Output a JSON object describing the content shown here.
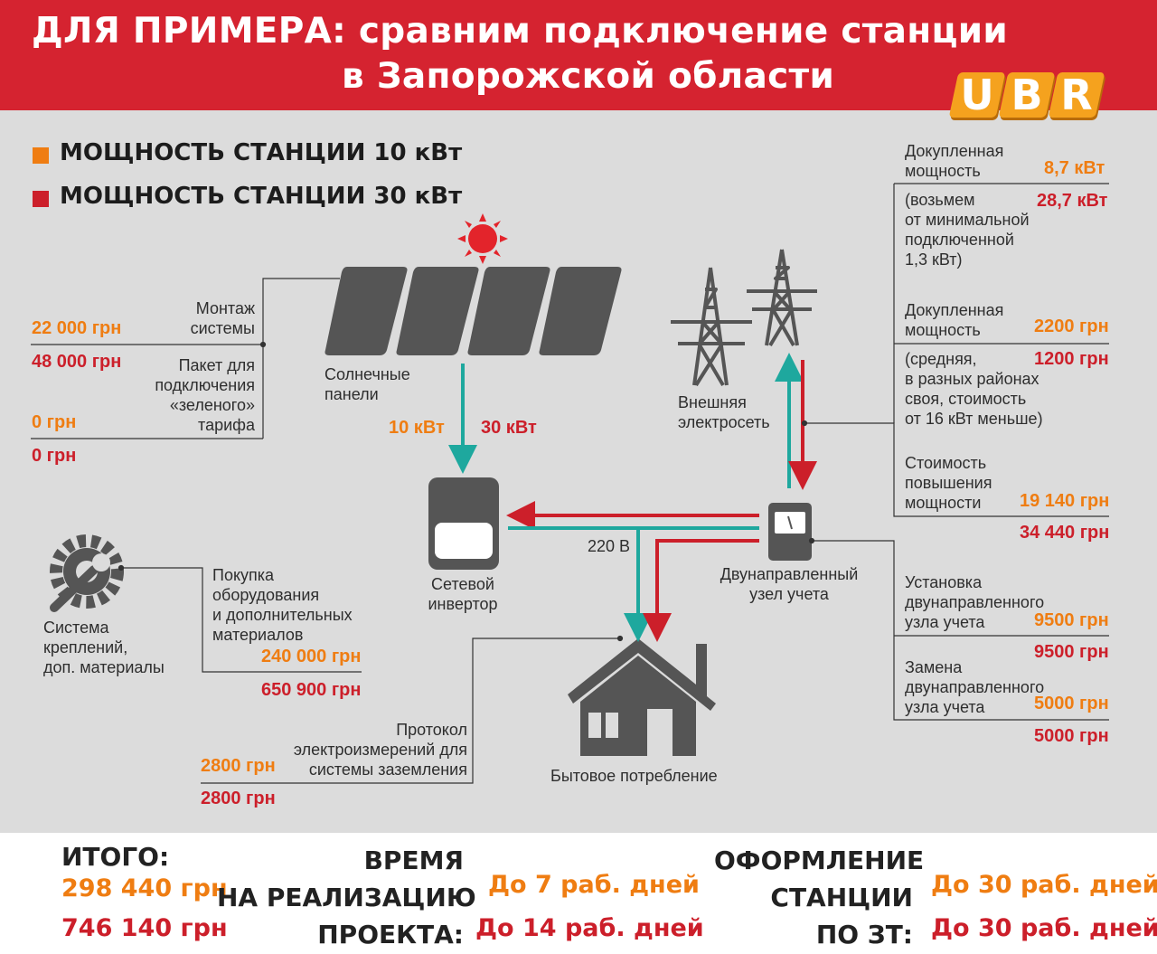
{
  "header": {
    "title_line1": "ДЛЯ ПРИМЕРА: сравним подключение станции",
    "title_line2": "в Запорожской области",
    "logo": [
      "U",
      "B",
      "R"
    ],
    "color": "#d52330"
  },
  "legend": {
    "items": [
      {
        "label": "МОЩНОСТЬ СТАНЦИИ 10 кВт",
        "color": "#ef7d12"
      },
      {
        "label": "МОЩНОСТЬ СТАНЦИИ 30 кВт",
        "color": "#cc1f2a"
      }
    ]
  },
  "left": {
    "montage": {
      "label": [
        "Монтаж",
        "системы"
      ],
      "v10": "22 000 грн",
      "v30": "48 000 грн"
    },
    "green": {
      "label": [
        "Пакет для",
        "подключения",
        "«зеленого»",
        "тарифа"
      ],
      "v10": "0 грн",
      "v30": "0 грн"
    },
    "mounts": {
      "label": [
        "Система",
        "креплений,",
        "доп. материалы"
      ]
    },
    "equipment": {
      "label": [
        "Покупка",
        "оборудования",
        "и дополнительных",
        "материалов"
      ],
      "v10": "240 000 грн",
      "v30": "650 900 грн"
    },
    "protocol": {
      "label": [
        "Протокол",
        "электроизмерений для",
        "системы заземления"
      ],
      "v10": "2800 грн",
      "v30": "2800 грн"
    }
  },
  "center": {
    "panels_label": [
      "Солнечные",
      "панели"
    ],
    "flow_10": "10 кВт",
    "flow_30": "30 кВт",
    "inverter_label": [
      "Сетевой",
      "инвертор"
    ],
    "voltage": "220 В",
    "house_label": "Бытовое потребление",
    "grid_label": [
      "Внешняя",
      "электросеть"
    ],
    "meter_label": [
      "Двунаправленный",
      "узел учета"
    ]
  },
  "right": {
    "bought_power": {
      "label": [
        "Докупленная",
        "мощность"
      ],
      "v10": "8,7 кВт",
      "note": [
        "(возьмем",
        "от минимальной",
        "подключенной",
        "1,3 кВт)"
      ],
      "v30": "28,7 кВт"
    },
    "bought_cost": {
      "label": [
        "Докупленная",
        "мощность"
      ],
      "v10": "2200 грн",
      "note": [
        "(средняя,",
        "в разных районах",
        "своя, стоимость",
        "от 16 кВт меньше)"
      ],
      "v30": "1200 грн"
    },
    "increase": {
      "label": [
        "Стоимость",
        "повышения",
        "мощности"
      ],
      "v10": "19 140 грн",
      "v30": "34 440 грн"
    },
    "meter_install": {
      "label": [
        "Установка",
        "двунаправленного",
        "узла учета"
      ],
      "v10": "9500 грн",
      "v30": "9500 грн"
    },
    "meter_replace": {
      "label": [
        "Замена",
        "двунаправленного",
        "узла учета"
      ],
      "v10": "5000 грн",
      "v30": "5000 грн"
    }
  },
  "footer": {
    "total_label": "ИТОГО:",
    "total_10": "298 440 грн",
    "total_30": "746 140 грн",
    "time_label": [
      "ВРЕМЯ",
      "НА РЕАЛИЗАЦИЮ",
      "ПРОЕКТА:"
    ],
    "time_10": "До 7 раб. дней",
    "time_30": "До 14 раб. дней",
    "reg_label": [
      "ОФОРМЛЕНИЕ",
      "СТАНЦИИ",
      "ПО ЗТ:"
    ],
    "reg_10": "До 30 раб. дней",
    "reg_30": "До 30 раб. дней"
  },
  "colors": {
    "orange": "#ef7d12",
    "red": "#cc1f2a",
    "teal": "#1ea89e",
    "icon": "#555555"
  }
}
